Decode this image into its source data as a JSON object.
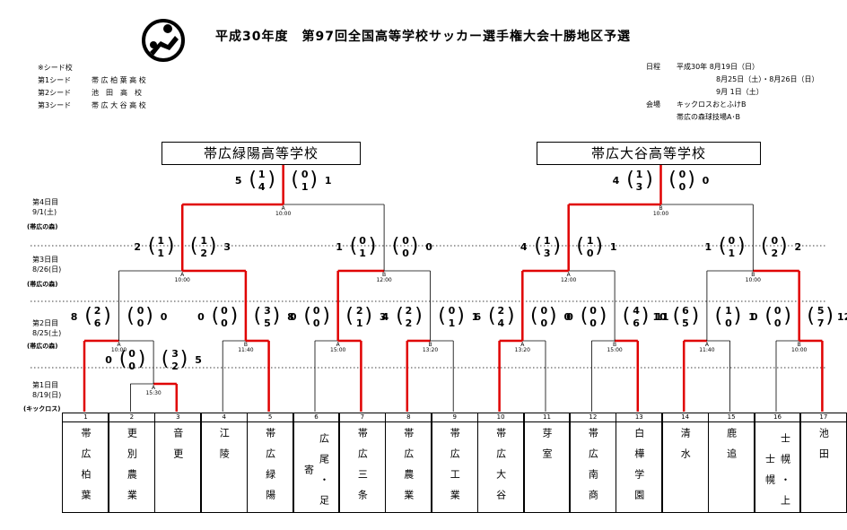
{
  "title": "平成30年度　第97回全国高等学校サッカー選手権大会十勝地区予選",
  "seeds": {
    "heading": "※シード校",
    "items": [
      {
        "label": "第1シード",
        "school": "帯 広 柏 葉 高 校"
      },
      {
        "label": "第2シード",
        "school": "池　田　高　校"
      },
      {
        "label": "第3シード",
        "school": "帯 広 大 谷 高 校"
      }
    ]
  },
  "schedule": {
    "date_label": "日程",
    "dates": [
      "平成30年  8月19日（日）",
      "8月25日（土）・8月26日（日）",
      "9月  1日（土）"
    ],
    "venue_label": "会場",
    "venues": [
      "キックロスおとふけB",
      "帯広の森球技場A･B"
    ]
  },
  "winners": [
    "帯広緑陽高等学校",
    "帯広大谷高等学校"
  ],
  "rounds": [
    {
      "day": "第4日目",
      "date": "9/1(土)",
      "venue": "(帯広の森)"
    },
    {
      "day": "第3日目",
      "date": "8/26(日)",
      "venue": "(帯広の森)"
    },
    {
      "day": "第2日目",
      "date": "8/25(土)",
      "venue": "(帯広の森)"
    },
    {
      "day": "第1日目",
      "date": "8/19(日)",
      "venue": "(キックロス)"
    }
  ],
  "teams": [
    {
      "num": "1",
      "name": "帯広柏葉"
    },
    {
      "num": "2",
      "name": "更別農業"
    },
    {
      "num": "3",
      "name": "音更"
    },
    {
      "num": "4",
      "name": "江陵"
    },
    {
      "num": "5",
      "name": "帯広緑陽"
    },
    {
      "num": "6",
      "name": "広尾・足寄"
    },
    {
      "num": "7",
      "name": "帯広三条"
    },
    {
      "num": "8",
      "name": "帯広農業"
    },
    {
      "num": "9",
      "name": "帯広工業"
    },
    {
      "num": "10",
      "name": "帯広大谷"
    },
    {
      "num": "11",
      "name": "芽室"
    },
    {
      "num": "12",
      "name": "帯広南商"
    },
    {
      "num": "13",
      "name": "白樺学園"
    },
    {
      "num": "14",
      "name": "清水"
    },
    {
      "num": "15",
      "name": "鹿追"
    },
    {
      "num": "16",
      "name": "士幌・上士幌"
    },
    {
      "num": "17",
      "name": "池田"
    }
  ],
  "matches": [
    {
      "label": "A",
      "time": "15:30",
      "left": "0",
      "right": "5",
      "halves_l": [
        "0",
        "0"
      ],
      "halves_r": [
        "3",
        "2"
      ]
    },
    {
      "label": "A",
      "time": "10:00",
      "left": "8",
      "right": "0",
      "halves_l": [
        "2",
        "6"
      ],
      "halves_r": [
        "0",
        "0"
      ]
    },
    {
      "label": "B",
      "time": "11:40",
      "left": "0",
      "right": "8",
      "halves_l": [
        "0",
        "0"
      ],
      "halves_r": [
        "3",
        "5"
      ]
    },
    {
      "label": "A",
      "time": "15:00",
      "left": "0",
      "right": "3",
      "halves_l": [
        "0",
        "0"
      ],
      "halves_r": [
        "2",
        "1"
      ]
    },
    {
      "label": "B",
      "time": "13:20",
      "left": "4",
      "right": "1",
      "halves_l": [
        "2",
        "2"
      ],
      "halves_r": [
        "0",
        "1"
      ]
    },
    {
      "label": "A",
      "time": "13:20",
      "left": "6",
      "right": "0",
      "halves_l": [
        "2",
        "4"
      ],
      "halves_r": [
        "0",
        "0"
      ]
    },
    {
      "label": "B",
      "time": "15:00",
      "left": "0",
      "right": "10",
      "halves_l": [
        "0",
        "0"
      ],
      "halves_r": [
        "4",
        "6"
      ]
    },
    {
      "label": "A",
      "time": "11:40",
      "left": "11",
      "right": "1",
      "halves_l": [
        "6",
        "5"
      ],
      "halves_r": [
        "1",
        "0"
      ]
    },
    {
      "label": "B",
      "time": "10:00",
      "left": "0",
      "right": "12",
      "halves_l": [
        "0",
        "0"
      ],
      "halves_r": [
        "5",
        "7"
      ]
    },
    {
      "label": "A",
      "time": "10:00",
      "left": "2",
      "right": "3",
      "halves_l": [
        "1",
        "1"
      ],
      "halves_r": [
        "1",
        "2"
      ]
    },
    {
      "label": "B",
      "time": "12:00",
      "left": "1",
      "right": "0",
      "halves_l": [
        "0",
        "1"
      ],
      "halves_r": [
        "0",
        "0"
      ]
    },
    {
      "label": "A",
      "time": "12:00",
      "left": "4",
      "right": "1",
      "halves_l": [
        "1",
        "3"
      ],
      "halves_r": [
        "1",
        "0"
      ]
    },
    {
      "label": "B",
      "time": "10:00",
      "left": "1",
      "right": "2",
      "halves_l": [
        "0",
        "1"
      ],
      "halves_r": [
        "0",
        "2"
      ]
    },
    {
      "label": "A",
      "time": "10:00",
      "left": "5",
      "right": "1",
      "halves_l": [
        "1",
        "4"
      ],
      "halves_r": [
        "0",
        "1"
      ]
    },
    {
      "label": "B",
      "time": "10:00",
      "left": "4",
      "right": "0",
      "halves_l": [
        "1",
        "3"
      ],
      "halves_r": [
        "0",
        "0"
      ]
    }
  ]
}
